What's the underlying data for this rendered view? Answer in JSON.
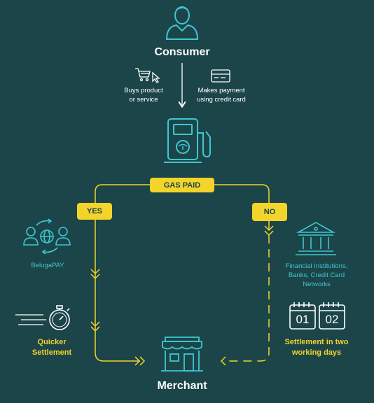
{
  "consumer": {
    "label": "Consumer"
  },
  "step_buy": {
    "line1": "Buys product",
    "line2": "or service",
    "icon": "shopping-cart-icon"
  },
  "step_pay": {
    "line1": "Makes payment",
    "line2": "using credit card",
    "icon": "credit-card-icon"
  },
  "pump": {
    "icon": "gas-pump-icon"
  },
  "gas_paid": {
    "label": "GAS PAID"
  },
  "yes_branch": {
    "label": "YES",
    "provider": "BelugaPAY",
    "benefit_line1": "Quicker",
    "benefit_line2": "Settlement"
  },
  "no_branch": {
    "label": "NO",
    "provider_line1": "Financial Institutions,",
    "provider_line2": "Banks, Credit Card",
    "provider_line3": "Networks",
    "calendar_day1": "01",
    "calendar_day2": "02",
    "benefit_line1": "Settlement in two",
    "benefit_line2": "working days"
  },
  "merchant": {
    "label": "Merchant"
  },
  "colors": {
    "background": "#1c4549",
    "accent_yellow": "#f2d42a",
    "icon_teal": "#3ec7d2",
    "text_white": "#ffffff"
  }
}
